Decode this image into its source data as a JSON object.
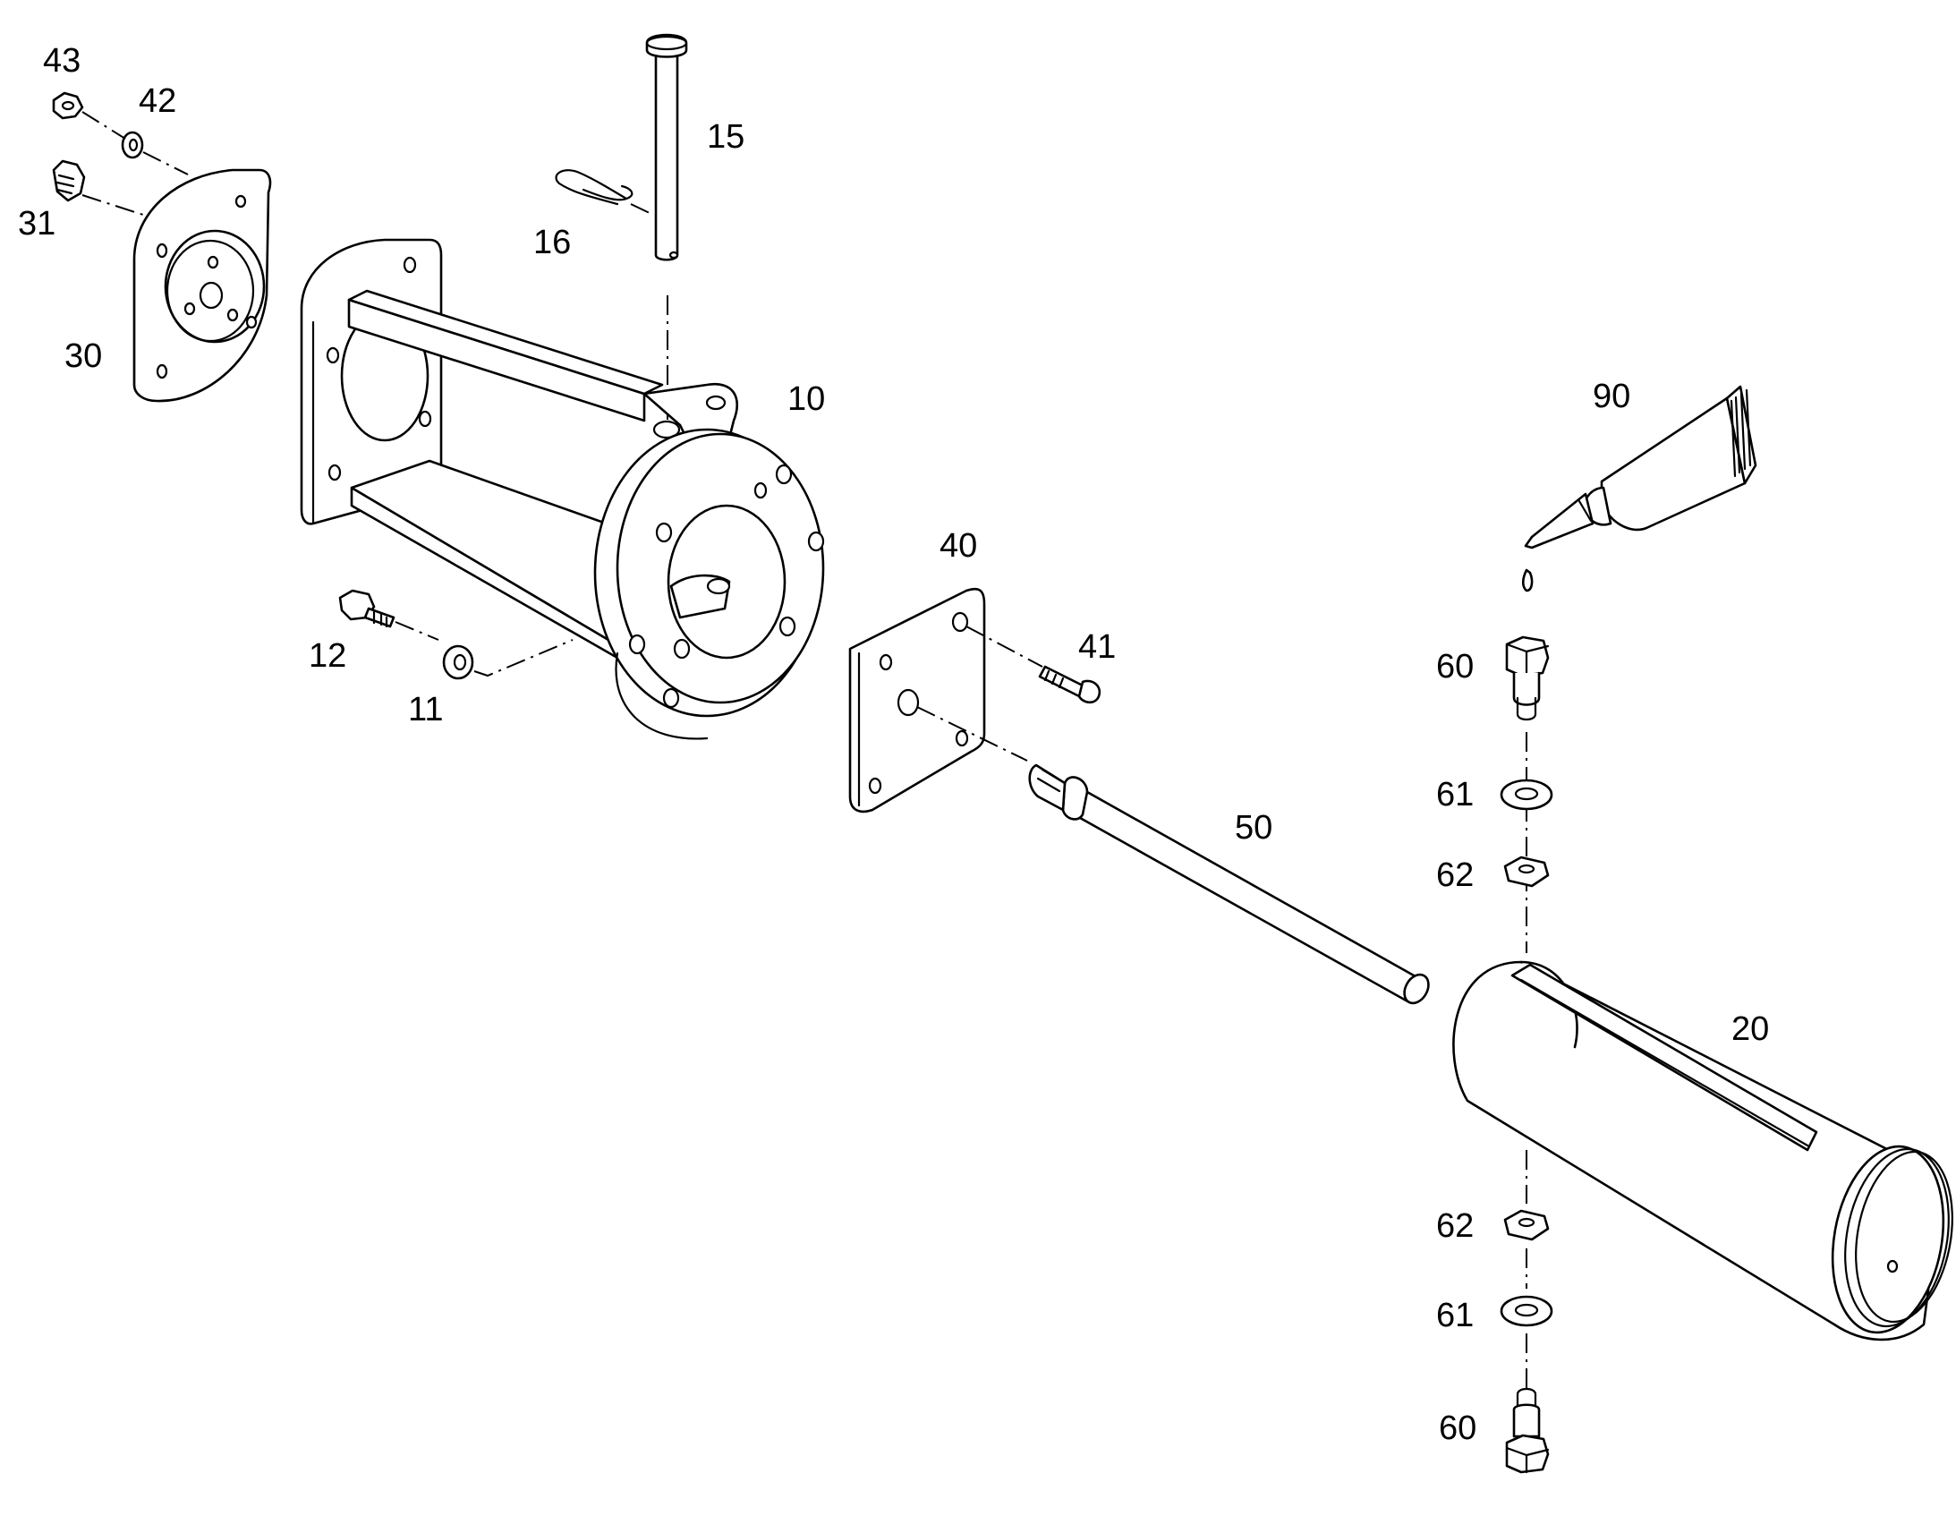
{
  "callouts": {
    "p10": "10",
    "p11": "11",
    "p12": "12",
    "p15": "15",
    "p16": "16",
    "p20": "20",
    "p30": "30",
    "p31": "31",
    "p40": "40",
    "p41": "41",
    "p42": "42",
    "p43": "43",
    "p50": "50",
    "p60_top": "60",
    "p61_top": "61",
    "p62_top": "62",
    "p62_bottom": "62",
    "p61_bottom": "61",
    "p60_bottom": "60",
    "p90": "90"
  },
  "style": {
    "line_color": "#000000",
    "background": "#ffffff"
  }
}
